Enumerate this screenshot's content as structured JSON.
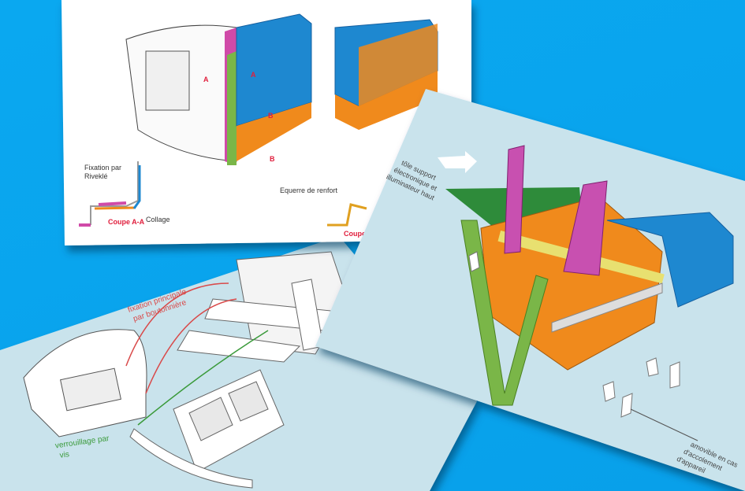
{
  "colors": {
    "background": "#0aa8f0",
    "blue_panel": "#1e88d0",
    "orange": "#f08a1c",
    "green": "#7ab648",
    "magenta": "#c84aa8",
    "red_label": "#e01e3c",
    "card_blue": "#c9e3ec"
  },
  "card_top": {
    "labels": {
      "fixation": "Fixation par",
      "fixation2": "Riveklé",
      "collage": "Collage",
      "coupe_aa": "Coupe A-A",
      "equerre": "Equerre de renfort",
      "coupe_b": "Coupe",
      "marker_a1": "A",
      "marker_a2": "A",
      "marker_b1": "B",
      "marker_b2": "B"
    }
  },
  "card_left": {
    "labels": {
      "fixation_principale": "fixation principale",
      "par_boutonniere": "par boutonnière",
      "verrouillage": "verrouillage par",
      "vis": "vis"
    }
  },
  "card_right": {
    "labels": {
      "tole1": "tôle support",
      "tole2": "électronique et",
      "tole3": "illuminateur  haut",
      "amovible1": "amovible en cas",
      "amovible2": "d'accolement",
      "amovible3": "d'appareil"
    }
  }
}
